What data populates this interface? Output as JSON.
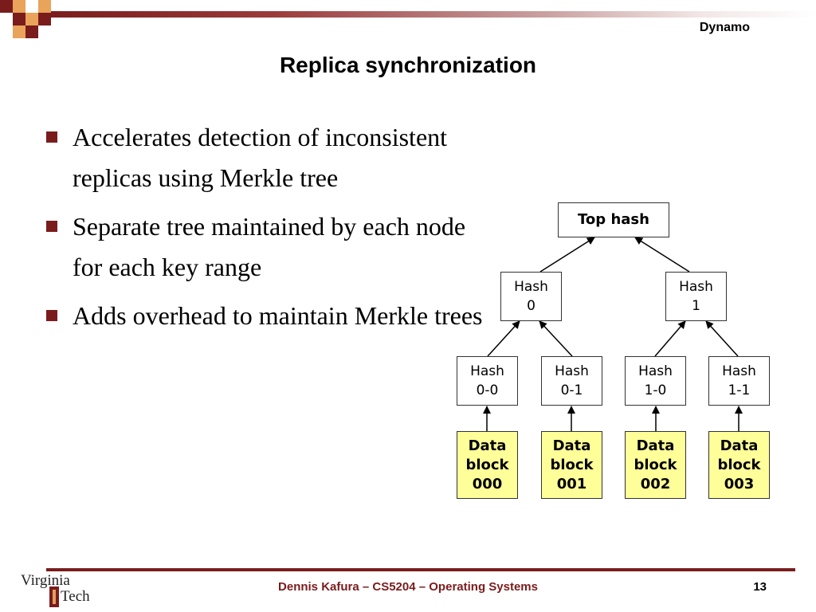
{
  "header": {
    "section_label": "Dynamo",
    "title": "Replica synchronization"
  },
  "bullets": [
    {
      "text": "Accelerates detection of inconsistent replicas using Merkle tree"
    },
    {
      "text": "Separate tree maintained by each node for each key range"
    },
    {
      "text": "Adds overhead to maintain Merkle trees"
    }
  ],
  "diagram": {
    "top": [
      "Top hash"
    ],
    "level1": [
      [
        "Hash",
        "0"
      ],
      [
        "Hash",
        "1"
      ]
    ],
    "level2": [
      [
        "Hash",
        "0-0"
      ],
      [
        "Hash",
        "0-1"
      ],
      [
        "Hash",
        "1-0"
      ],
      [
        "Hash",
        "1-1"
      ]
    ],
    "data": [
      [
        "Data",
        "block",
        "000"
      ],
      [
        "Data",
        "block",
        "001"
      ],
      [
        "Data",
        "block",
        "002"
      ],
      [
        "Data",
        "block",
        "003"
      ]
    ]
  },
  "footer": {
    "text": "Dennis Kafura – CS5204 – Operating Systems",
    "page": "13"
  },
  "logo": {
    "line1": "Virginia",
    "line2": "Tech"
  },
  "colors": {
    "accent": "#7a1c1c",
    "data_block": "#ffff99"
  }
}
